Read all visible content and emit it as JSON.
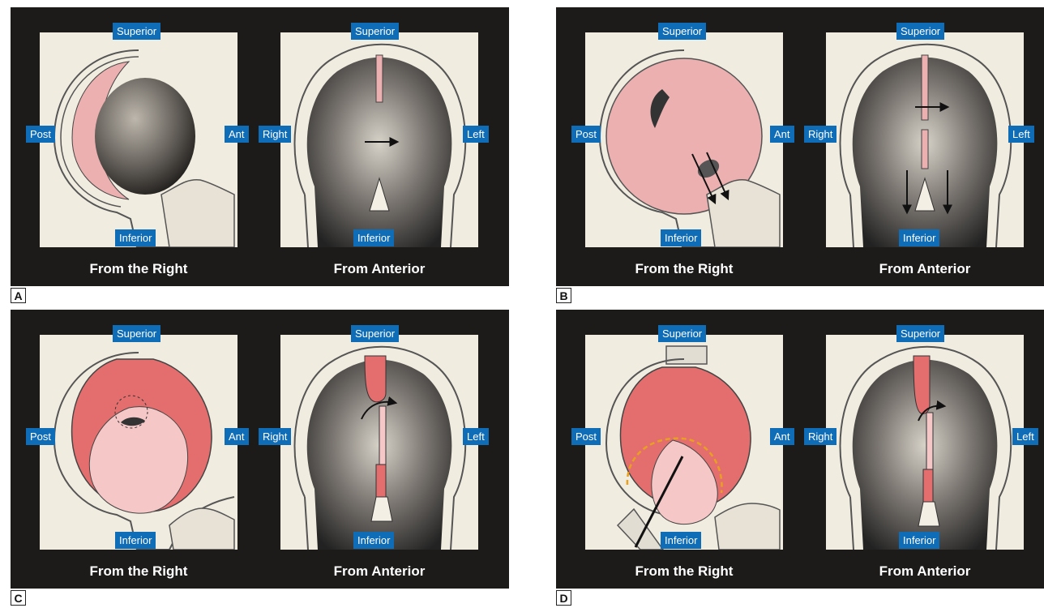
{
  "panels": [
    {
      "letter": "A",
      "left_view": {
        "caption": "From the Right",
        "superior": "Superior",
        "inferior": "Inferior",
        "posterior": "Post",
        "anterior": "Ant"
      },
      "right_view": {
        "caption": "From Anterior",
        "superior": "Superior",
        "inferior": "Inferior",
        "right": "Right",
        "left": "Left"
      }
    },
    {
      "letter": "B",
      "left_view": {
        "caption": "From the Right",
        "superior": "Superior",
        "inferior": "Inferior",
        "posterior": "Post",
        "anterior": "Ant"
      },
      "right_view": {
        "caption": "From Anterior",
        "superior": "Superior",
        "inferior": "Inferior",
        "right": "Right",
        "left": "Left"
      }
    },
    {
      "letter": "C",
      "left_view": {
        "caption": "From the Right",
        "superior": "Superior",
        "inferior": "Inferior",
        "posterior": "Post",
        "anterior": "Ant"
      },
      "right_view": {
        "caption": "From Anterior",
        "superior": "Superior",
        "inferior": "Inferior",
        "right": "Right",
        "left": "Left"
      }
    },
    {
      "letter": "D",
      "left_view": {
        "caption": "From the Right",
        "superior": "Superior",
        "inferior": "Inferior",
        "posterior": "Post",
        "anterior": "Ant"
      },
      "right_view": {
        "caption": "From Anterior",
        "superior": "Superior",
        "inferior": "Inferior",
        "right": "Right",
        "left": "Left"
      }
    }
  ],
  "colors": {
    "panel_background": "#1d1b1a",
    "label_background": "#0f6cb6",
    "septum_pink": "#f0b3b3",
    "septum_red": "#e86a6a",
    "outline_dashed_orange": "#e8a020"
  }
}
